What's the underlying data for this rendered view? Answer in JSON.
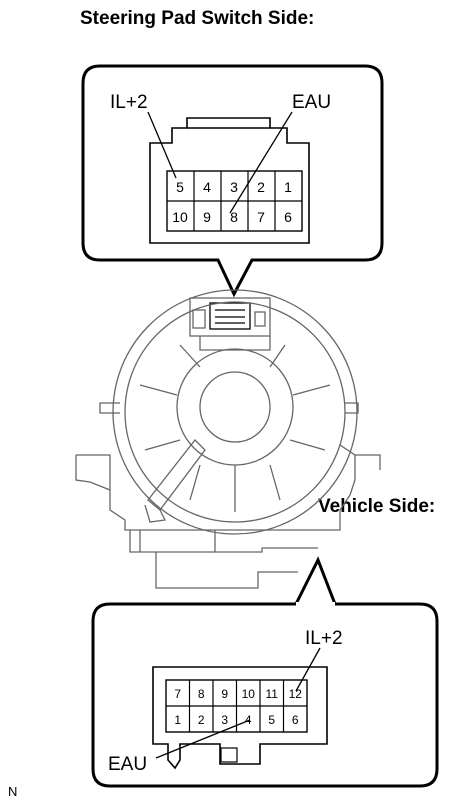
{
  "headings": {
    "steering_pad_side": "Steering Pad Switch Side:",
    "vehicle_side": "Vehicle Side:"
  },
  "steering_pad_connector": {
    "top_row": [
      "5",
      "4",
      "3",
      "2",
      "1"
    ],
    "bottom_row": [
      "10",
      "9",
      "8",
      "7",
      "6"
    ],
    "labels": {
      "il2": "IL+2",
      "eau": "EAU"
    }
  },
  "vehicle_connector": {
    "top_row": [
      "7",
      "8",
      "9",
      "10",
      "11",
      "12"
    ],
    "bottom_row": [
      "1",
      "2",
      "3",
      "4",
      "5",
      "6"
    ],
    "labels": {
      "il2": "IL+2",
      "eau": "EAU"
    }
  },
  "figure_code": "N",
  "colors": {
    "line": "#000000",
    "background": "#ffffff",
    "drawing": "#666666"
  }
}
